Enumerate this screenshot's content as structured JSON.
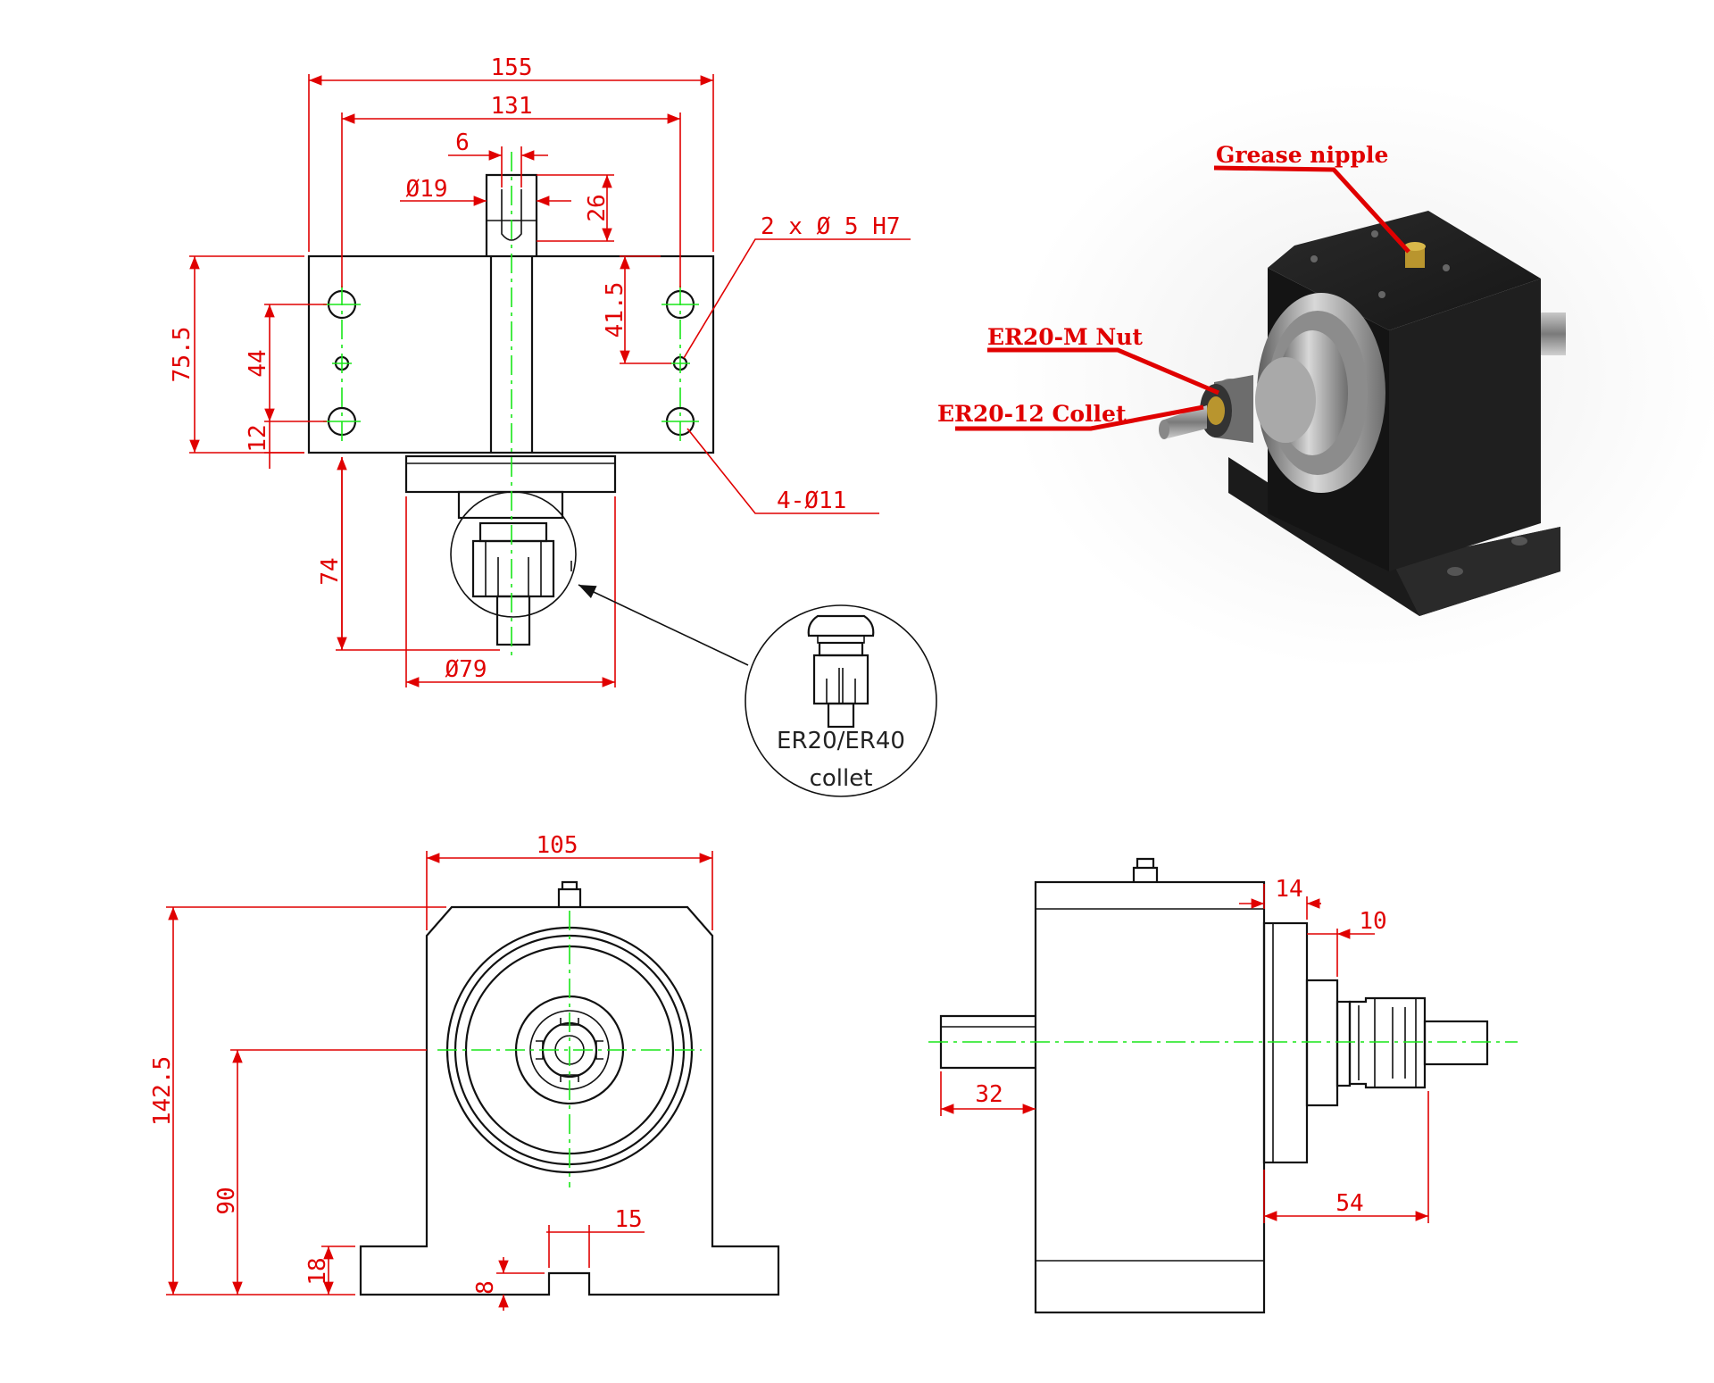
{
  "top_view": {
    "dims": {
      "d155": "155",
      "d131": "131",
      "d6": "6",
      "dia19": "Ø19",
      "d26": "26",
      "d75_5": "75.5",
      "d44": "44",
      "d12": "12",
      "d41_5": "41.5",
      "d74": "74",
      "dia79": "Ø79"
    },
    "callouts": {
      "pin_holes": "2 x Ø 5 H7",
      "mount_holes": "4-Ø11"
    },
    "detail": {
      "line1": "ER20/ER40",
      "line2": "collet"
    }
  },
  "front_view": {
    "dims": {
      "d105": "105",
      "d142_5": "142.5",
      "d90": "90",
      "d18": "18",
      "d8": "8",
      "d15": "15"
    }
  },
  "side_view": {
    "dims": {
      "d14": "14",
      "d10": "10",
      "d32": "32",
      "d54": "54"
    }
  },
  "product_photo": {
    "labels": {
      "grease": "Grease nipple",
      "nut": "ER20-M Nut",
      "collet": "ER20-12 Collet"
    },
    "colors": {
      "body": "#1b1b1b",
      "steel": "#9a9a9a",
      "brass": "#b9952e",
      "leader": "#e00000"
    }
  }
}
